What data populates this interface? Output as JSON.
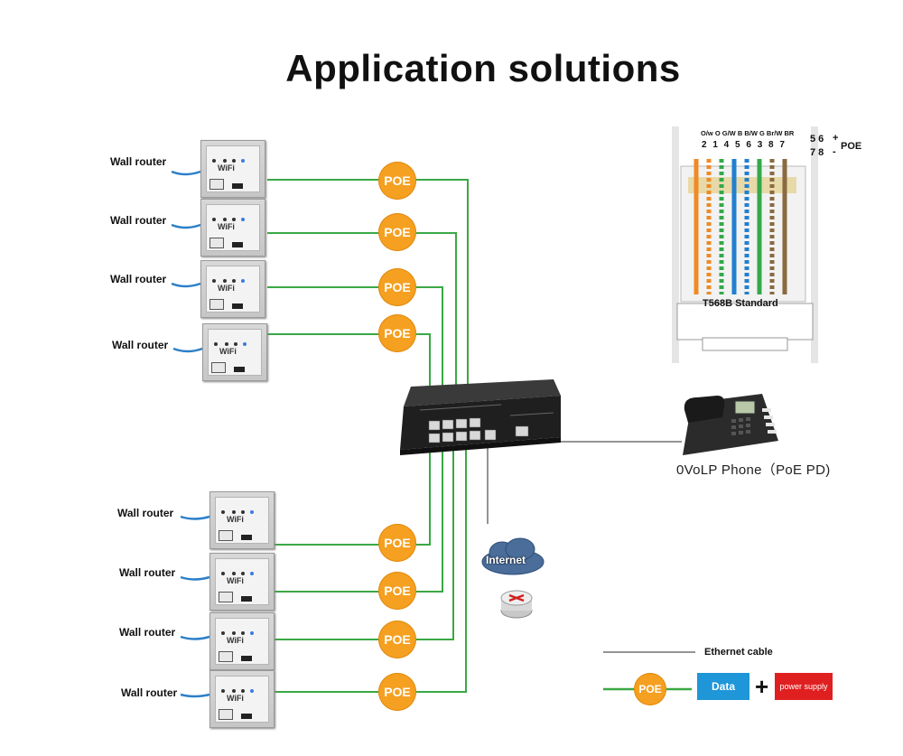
{
  "title": "Application solutions",
  "wall_router_label": "Wall router",
  "wifi_text": "WiFi",
  "poe_label": "POE",
  "internet_label": "Internet",
  "phone_label": "0VoLP  Phone（PoE  PD)",
  "rj45": {
    "color_codes": "O/w O G/W B B/W G Br/W BR",
    "pin_numbers": "2 1 4 5 6 3 8 7",
    "standard": "T568B Standard",
    "pins_plus": "5 6",
    "pins_minus": "7 8",
    "sign_plus": "+",
    "sign_minus": "-",
    "poe": "POE"
  },
  "legend": {
    "ethernet": "Ethernet cable",
    "data": "Data",
    "plus": "+",
    "power": "power supply"
  },
  "colors": {
    "poe_orange": "#f5a020",
    "data_line_green": "#3aa845",
    "ethernet_gray": "#707070",
    "data_blue": "#1f96d8",
    "power_red": "#e02020"
  }
}
